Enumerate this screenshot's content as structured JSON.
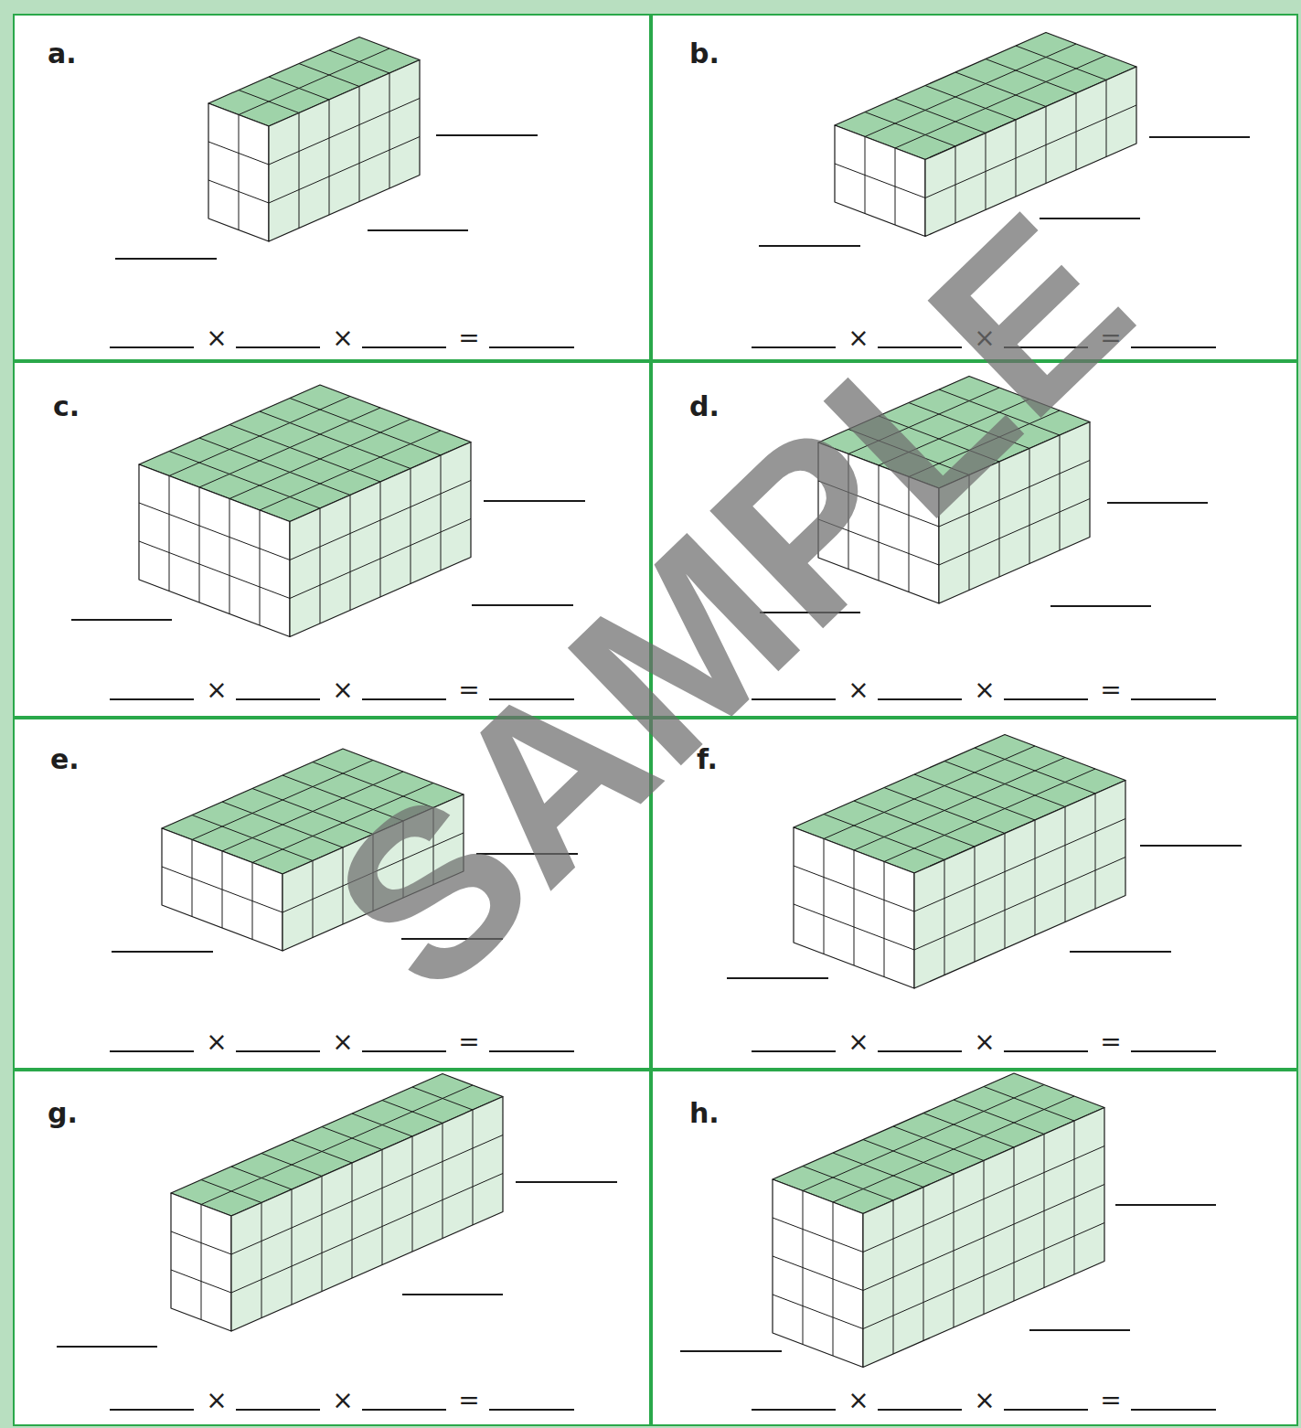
{
  "diagram": {
    "nodes": [
      {
        "text": [
          "a.",
          "×",
          "×",
          "="
        ]
      },
      {
        "text": [
          "b.",
          "×",
          "×",
          "="
        ]
      },
      {
        "text": [
          "c.",
          "×",
          "×",
          "="
        ]
      },
      {
        "text": [
          "d.",
          "×",
          "×",
          "="
        ]
      },
      {
        "text": [
          "e.",
          "×",
          "×",
          "="
        ]
      },
      {
        "text": [
          "f.",
          "×",
          "×",
          "="
        ]
      },
      {
        "text": [
          "g.",
          "×",
          "×",
          "="
        ]
      },
      {
        "text": [
          "h.",
          "×",
          "×",
          "="
        ]
      }
    ],
    "labels": [
      "SAMPLE"
    ]
  }
}
